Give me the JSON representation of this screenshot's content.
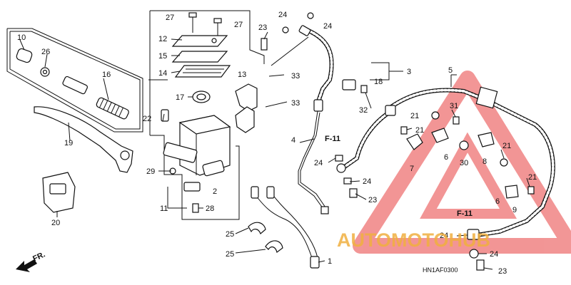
{
  "diagram": {
    "code": "HN1AF0300",
    "direction": "FR.",
    "refs": {
      "f11_a": "F-11",
      "f11_b": "F-11"
    }
  },
  "callouts": [
    {
      "id": "c10",
      "text": "10"
    },
    {
      "id": "c26",
      "text": "26"
    },
    {
      "id": "c16",
      "text": "16"
    },
    {
      "id": "c19",
      "text": "19"
    },
    {
      "id": "c20",
      "text": "20"
    },
    {
      "id": "c27a",
      "text": "27"
    },
    {
      "id": "c27b",
      "text": "27"
    },
    {
      "id": "c12",
      "text": "12"
    },
    {
      "id": "c15",
      "text": "15"
    },
    {
      "id": "c14",
      "text": "14"
    },
    {
      "id": "c13",
      "text": "13"
    },
    {
      "id": "c17",
      "text": "17"
    },
    {
      "id": "c22",
      "text": "22"
    },
    {
      "id": "c29",
      "text": "29"
    },
    {
      "id": "c2",
      "text": "2"
    },
    {
      "id": "c11",
      "text": "11"
    },
    {
      "id": "c28",
      "text": "28"
    },
    {
      "id": "c23a",
      "text": "23"
    },
    {
      "id": "c24a",
      "text": "24"
    },
    {
      "id": "c24b",
      "text": "24"
    },
    {
      "id": "c33a",
      "text": "33"
    },
    {
      "id": "c33b",
      "text": "33"
    },
    {
      "id": "c18",
      "text": "18"
    },
    {
      "id": "c3",
      "text": "3"
    },
    {
      "id": "c32",
      "text": "32"
    },
    {
      "id": "c4",
      "text": "4"
    },
    {
      "id": "c24c",
      "text": "24"
    },
    {
      "id": "c24d",
      "text": "24"
    },
    {
      "id": "c23b",
      "text": "23"
    },
    {
      "id": "c25a",
      "text": "25"
    },
    {
      "id": "c25b",
      "text": "25"
    },
    {
      "id": "c1",
      "text": "1"
    },
    {
      "id": "c5",
      "text": "5"
    },
    {
      "id": "c21a",
      "text": "21"
    },
    {
      "id": "c21b",
      "text": "21"
    },
    {
      "id": "c31",
      "text": "31"
    },
    {
      "id": "c7",
      "text": "7"
    },
    {
      "id": "c6a",
      "text": "6"
    },
    {
      "id": "c30",
      "text": "30"
    },
    {
      "id": "c8",
      "text": "8"
    },
    {
      "id": "c21c",
      "text": "21"
    },
    {
      "id": "c21d",
      "text": "21"
    },
    {
      "id": "c6b",
      "text": "6"
    },
    {
      "id": "c9",
      "text": "9"
    },
    {
      "id": "c24e",
      "text": "24"
    },
    {
      "id": "c24f",
      "text": "24"
    },
    {
      "id": "c23c",
      "text": "23"
    }
  ],
  "watermark": {
    "text": "AUTOMOTOHUB",
    "color": "#f0b040",
    "triangle_color": "#e84040"
  }
}
